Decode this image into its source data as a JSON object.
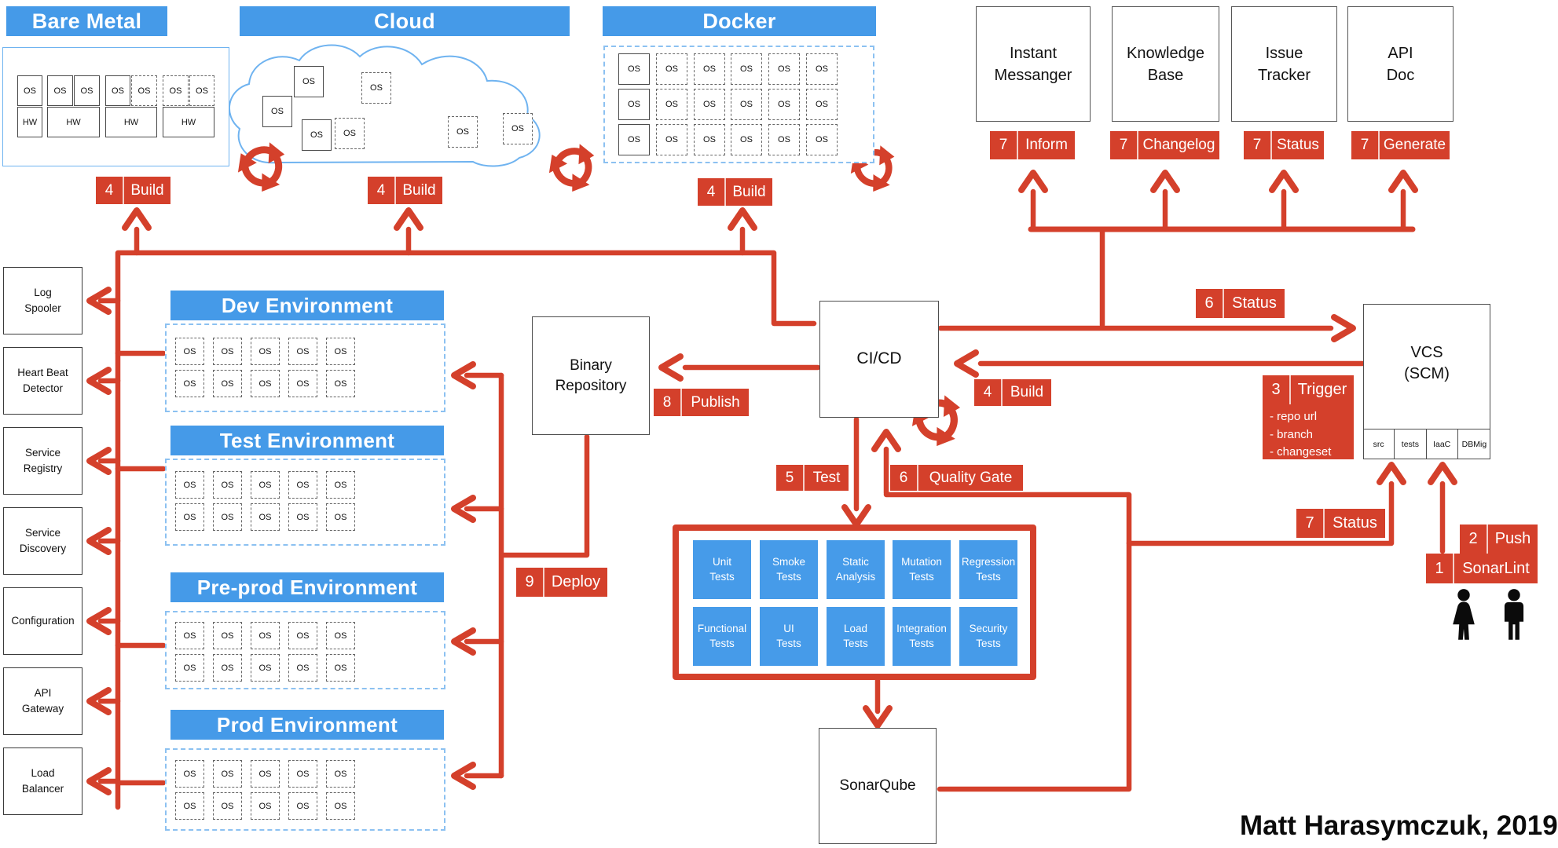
{
  "colors": {
    "red": "#D4402B",
    "blue": "#459AE8",
    "light_blue_border": "#6FB3F0"
  },
  "platforms": {
    "bare_metal": {
      "title": "Bare Metal",
      "os": "OS",
      "hw": "HW"
    },
    "cloud": {
      "title": "Cloud",
      "os": "OS"
    },
    "docker": {
      "title": "Docker",
      "os": "OS"
    }
  },
  "tools": [
    {
      "lines": [
        "Instant",
        "Messanger"
      ]
    },
    {
      "lines": [
        "Knowledge",
        "Base"
      ]
    },
    {
      "lines": [
        "Issue",
        "Tracker"
      ]
    },
    {
      "lines": [
        "API",
        "Doc"
      ]
    }
  ],
  "infra_services": [
    [
      "Log",
      "Spooler"
    ],
    [
      "Heart Beat",
      "Detector"
    ],
    [
      "Service",
      "Registry"
    ],
    [
      "Service",
      "Discovery"
    ],
    [
      "Configuration"
    ],
    [
      "API",
      "Gateway"
    ],
    [
      "Load",
      "Balancer"
    ]
  ],
  "environments": [
    {
      "title": "Dev Environment"
    },
    {
      "title": "Test Environment"
    },
    {
      "title": "Pre-prod Environment"
    },
    {
      "title": "Prod Environment"
    }
  ],
  "os_label": "OS",
  "nodes": {
    "binary_repository": [
      "Binary",
      "Repository"
    ],
    "cicd": "CI/CD",
    "sonarqube": "SonarQube",
    "vcs": {
      "lines": [
        "VCS",
        "(SCM)"
      ],
      "compartments": [
        [
          "src"
        ],
        [
          "tests"
        ],
        [
          "IaaC"
        ],
        [
          "DB",
          "Mig"
        ]
      ]
    }
  },
  "badges": {
    "build_bare_metal": {
      "num": "4",
      "label": "Build"
    },
    "build_cloud": {
      "num": "4",
      "label": "Build"
    },
    "build_docker": {
      "num": "4",
      "label": "Build"
    },
    "inform": {
      "num": "7",
      "label": "Inform"
    },
    "changelog": {
      "num": "7",
      "label": "Changelog"
    },
    "status_tracker": {
      "num": "7",
      "label": "Status"
    },
    "generate": {
      "num": "7",
      "label": "Generate"
    },
    "status_vcs": {
      "num": "6",
      "label": "Status"
    },
    "build_cicd": {
      "num": "4",
      "label": "Build"
    },
    "publish": {
      "num": "8",
      "label": "Publish"
    },
    "test": {
      "num": "5",
      "label": "Test"
    },
    "quality_gate": {
      "num": "6",
      "label": "Quality Gate"
    },
    "deploy": {
      "num": "9",
      "label": "Deploy"
    },
    "trigger": {
      "num": "3",
      "label": "Trigger"
    },
    "status_commit": {
      "num": "7",
      "label": "Status"
    },
    "push": {
      "num": "2",
      "label": "Push"
    },
    "sonarlint": {
      "num": "1",
      "label": "SonarLint"
    }
  },
  "trigger_details": [
    "- repo url",
    "- branch",
    "- changeset"
  ],
  "tests": [
    [
      "Unit",
      "Tests"
    ],
    [
      "Smoke",
      "Tests"
    ],
    [
      "Static",
      "Analysis"
    ],
    [
      "Mutation",
      "Tests"
    ],
    [
      "Regression",
      "Tests"
    ],
    [
      "Functional",
      "Tests"
    ],
    [
      "UI",
      "Tests"
    ],
    [
      "Load",
      "Tests"
    ],
    [
      "Integration",
      "Tests"
    ],
    [
      "Security",
      "Tests"
    ]
  ],
  "signature": "Matt Harasymczuk, 2019",
  "icons": {
    "recycle": "recycle-icon",
    "woman": "woman-icon",
    "man": "man-icon"
  }
}
